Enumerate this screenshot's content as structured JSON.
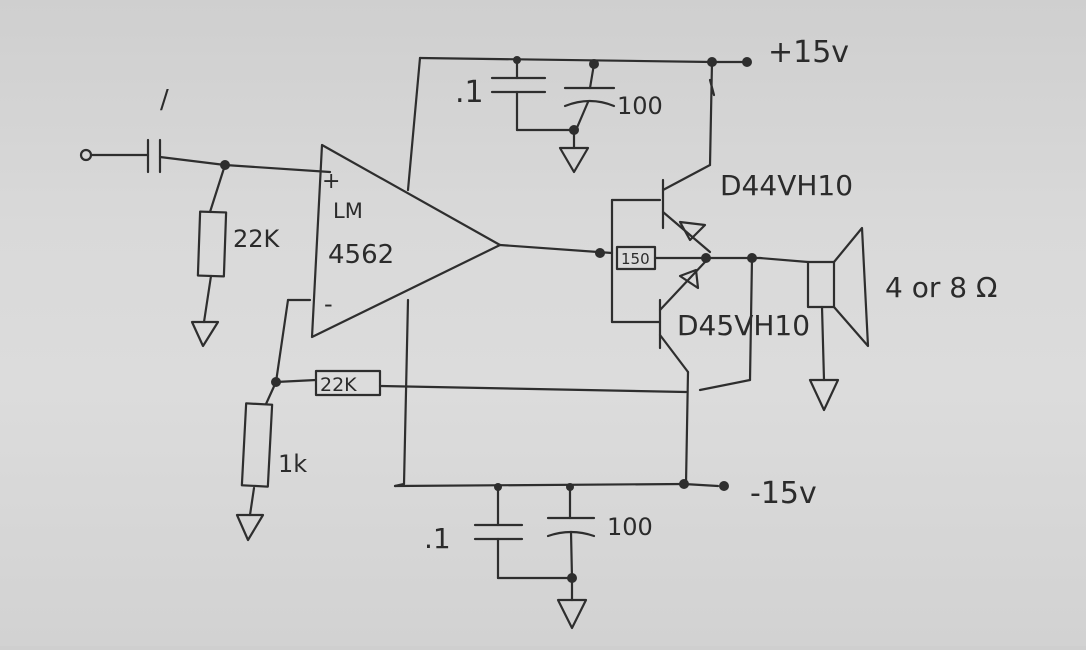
{
  "schematic": {
    "input_cap": "/",
    "input_resistor": "22K",
    "opamp_line1": "LM",
    "opamp_line2": "4562",
    "plus_sign": "+",
    "minus_sign": "-",
    "top_cap_small": ".1",
    "top_cap_large": "100",
    "supply_pos": "+15v",
    "supply_neg": "-15v",
    "npn_transistor": "D44VH10",
    "pnp_transistor": "D45VH10",
    "base_resistor": "150",
    "feedback_resistor": "22K",
    "ground_resistor": "1k",
    "bottom_cap_small": ".1",
    "bottom_cap_large": "100",
    "speaker": "4 or 8 Ω"
  },
  "colors": {
    "paper": "#d8d8d8",
    "ink": "#2e2e2e"
  }
}
